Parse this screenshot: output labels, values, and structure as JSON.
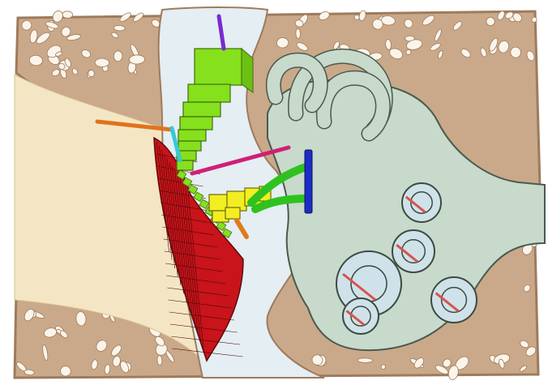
{
  "figure": {
    "structures": [
      "temporal-bone",
      "ear-canal",
      "tympanic-membrane",
      "malleus",
      "incus",
      "stapes",
      "stapes-footplate",
      "tensor-tympani-tendon",
      "stapedius-tendon",
      "anterior-ligament",
      "superior-ligament",
      "semicircular-canals",
      "cochlea"
    ],
    "colors": {
      "bone": "#c9a98a",
      "bone_outline": "#9e7b5c",
      "bone_cells": "#fbf4ea",
      "ear_canal": "#f4e6c4",
      "middle_ear_cavity": "#e4eef3",
      "tympanic_membrane": "#c8141a",
      "malleus": "#86e01c",
      "incus": "#f2ee22",
      "stapes": "#2fc21f",
      "stapes_footplate": "#1c2cc8",
      "tensor_tympani_tendon": "#d21e78",
      "superior_ligament": "#7a2bd0",
      "anterior_ligament": "#e0731c",
      "cyan_ligament": "#37c9d6",
      "posterior_ligament": "#e07a1c",
      "inner_ear": "#c7dacb",
      "cochlea_duct": "#cfe2ea",
      "cochlea_partition": "#d9534a"
    }
  }
}
